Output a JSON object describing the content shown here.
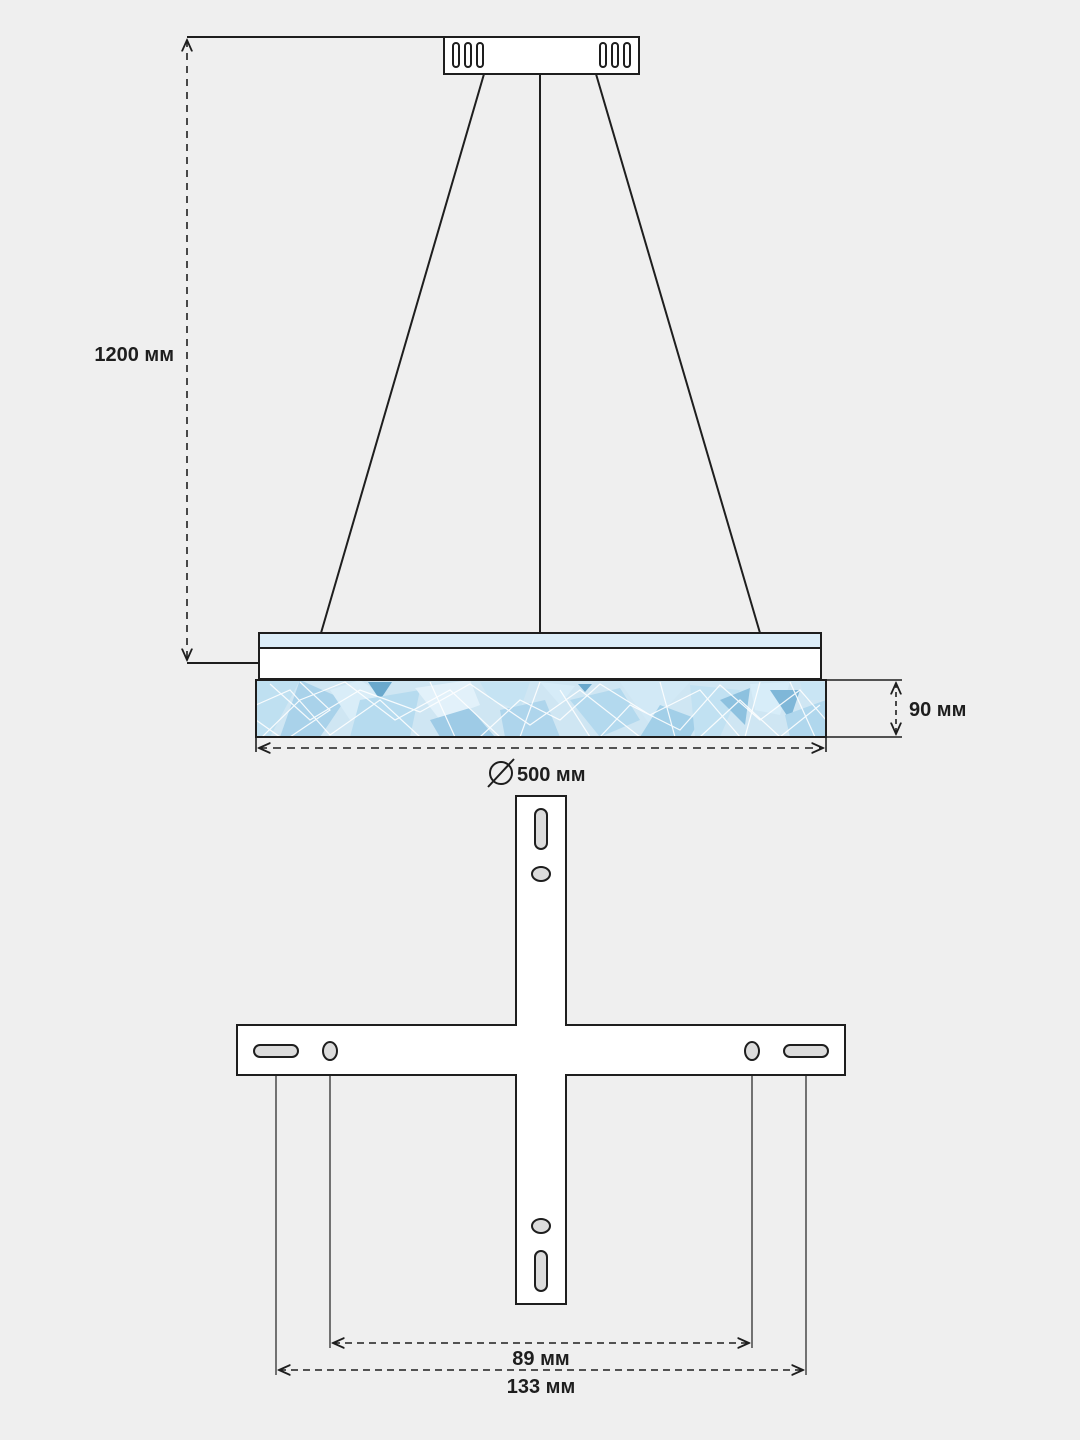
{
  "diagram": {
    "dimensions": {
      "suspension_height": "1200 мм",
      "shade_height": "90 мм",
      "diameter": "500 мм",
      "mounting_inner": "89 мм",
      "mounting_outer": "133 мм"
    },
    "colors": {
      "background": "#efefef",
      "line": "#1e1e1e",
      "glass_light": "#cfe6f3",
      "glass_mid": "#a9d2ea",
      "glass_dark": "#6aa8cc",
      "diffuser": "#dcedf8"
    },
    "icons": {
      "diameter_symbol": "diameter-icon"
    }
  }
}
